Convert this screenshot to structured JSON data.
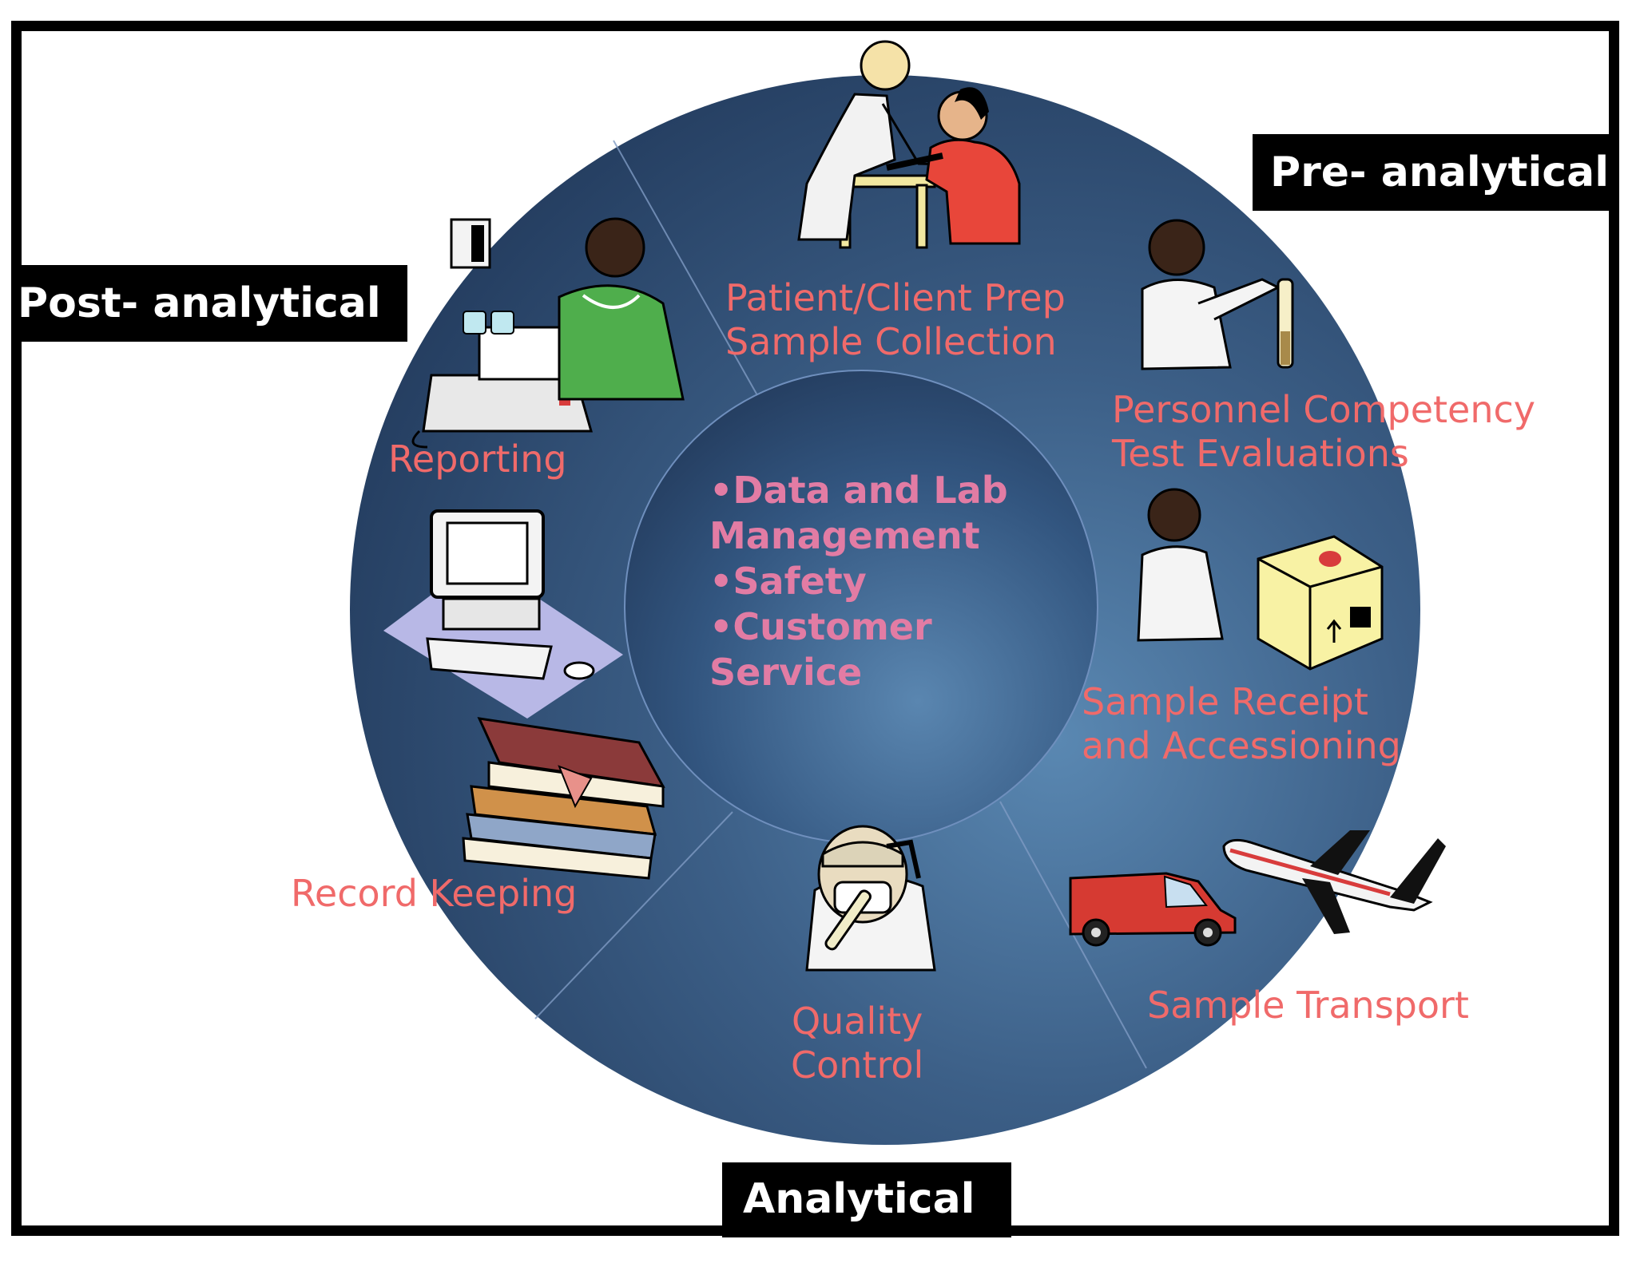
{
  "phases": {
    "pre": "Pre- analytical",
    "post": "Post- analytical",
    "analytical": "Analytical"
  },
  "segments": {
    "patient_prep": [
      "Patient/Client Prep",
      "Sample Collection"
    ],
    "personnel": [
      "Personnel Competency",
      "Test Evaluations"
    ],
    "receipt": [
      "Sample Receipt",
      "and Accessioning"
    ],
    "transport": "Sample Transport",
    "quality": [
      "Quality",
      "Control"
    ],
    "record": "Record Keeping",
    "reporting": "Reporting"
  },
  "center": [
    "•Data and Lab",
    "Management",
    "•Safety",
    "•Customer",
    "Service"
  ],
  "icons": [
    "phlebotomy-icon",
    "lab-technician-icon",
    "sample-box-icon",
    "delivery-van-icon",
    "airplane-icon",
    "scientist-icon",
    "books-icon",
    "computer-icon",
    "fax-machine-icon",
    "telephone-icon",
    "doctor-on-phone-icon"
  ],
  "colors": {
    "wheel_outer": "#2a4468",
    "wheel_highlight": "#5684ad",
    "label_text": "#f06a6a",
    "center_text": "#e27ca4",
    "phase_box": "#000000"
  }
}
